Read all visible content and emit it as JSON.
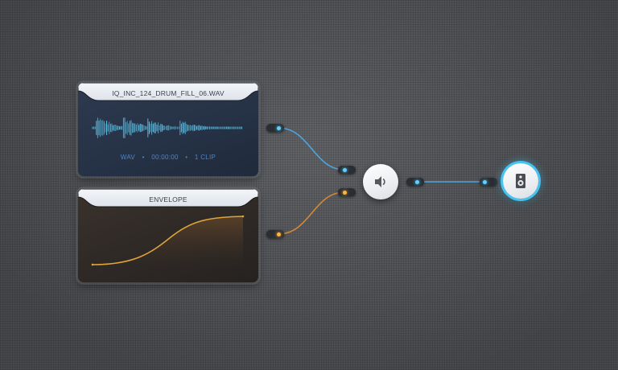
{
  "nodes": {
    "audio_clip": {
      "title": "IQ_INC_124_DRUM_FILL_06.WAV",
      "format": "WAV",
      "duration": "00:00:00",
      "clips": "1 CLIP",
      "separator": "•"
    },
    "envelope": {
      "title": "ENVELOPE"
    },
    "volume": {
      "icon": "speaker-volume-icon"
    },
    "output": {
      "icon": "loudspeaker-output-icon"
    }
  },
  "colors": {
    "audio_wire": "#4ba6e0",
    "envelope_wire": "#d38a34",
    "waveform": "#5cc8ee",
    "envelope_curve": "#e0a53a",
    "output_ring": "#45c4f2"
  }
}
